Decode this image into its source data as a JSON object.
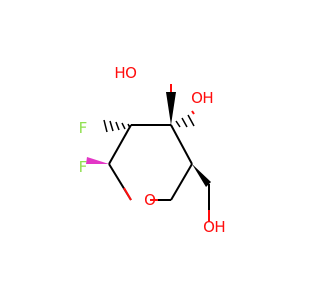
{
  "molecule": {
    "atoms": [
      {
        "id": "O_ring",
        "label": "O",
        "color": "#ff0d0d"
      },
      {
        "id": "F1",
        "label": "F",
        "color": "#90e050"
      },
      {
        "id": "F2",
        "label": "F",
        "color": "#90e050"
      },
      {
        "id": "O3",
        "label": "O",
        "color": "#ff0d0d"
      },
      {
        "id": "H3",
        "label": "H",
        "color": "#ff0d0d"
      },
      {
        "id": "O4",
        "label": "O",
        "color": "#ff0d0d"
      },
      {
        "id": "H4",
        "label": "H",
        "color": "#ff0d0d"
      },
      {
        "id": "O6",
        "label": "O",
        "color": "#ff0d0d"
      },
      {
        "id": "H6",
        "label": "H",
        "color": "#ff0d0d"
      }
    ],
    "bond_color": "#000000"
  }
}
